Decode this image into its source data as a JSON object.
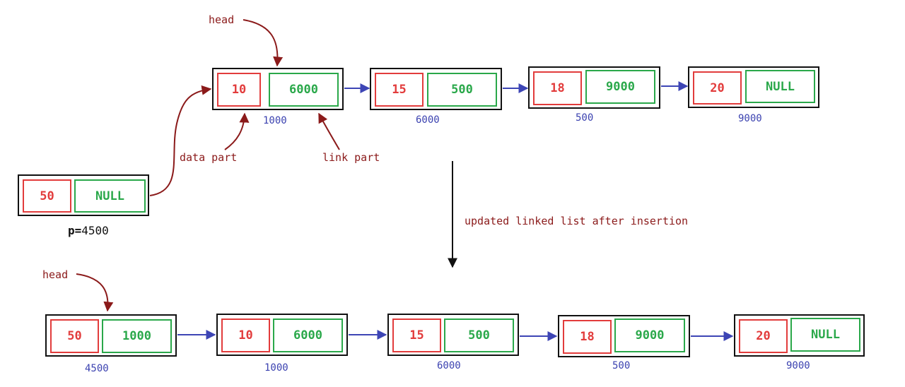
{
  "colors": {
    "data_cell": "#e23c3c",
    "link_cell": "#2aa84a",
    "address": "#3b42b0",
    "annotation": "#8b1a1a",
    "next_arrow": "#3d45b5",
    "divider_arrow": "#111111"
  },
  "top_list": {
    "nodes": [
      {
        "data": "10",
        "link": "6000",
        "address": "1000"
      },
      {
        "data": "15",
        "link": "500",
        "address": "6000"
      },
      {
        "data": "18",
        "link": "9000",
        "address": "500"
      },
      {
        "data": "20",
        "link": "NULL",
        "address": "9000"
      }
    ]
  },
  "new_node": {
    "data": "50",
    "link": "NULL",
    "pointer_name": "p",
    "pointer_eq": "=",
    "pointer_value": "4500"
  },
  "annotations": {
    "head_top": "head",
    "data_part": "data part",
    "link_part": "link part",
    "transition": "updated linked list after insertion",
    "head_bottom": "head"
  },
  "bottom_list": {
    "nodes": [
      {
        "data": "50",
        "link": "1000",
        "address": "4500"
      },
      {
        "data": "10",
        "link": "6000",
        "address": "1000"
      },
      {
        "data": "15",
        "link": "500",
        "address": "6000"
      },
      {
        "data": "18",
        "link": "9000",
        "address": "500"
      },
      {
        "data": "20",
        "link": "NULL",
        "address": "9000"
      }
    ]
  }
}
